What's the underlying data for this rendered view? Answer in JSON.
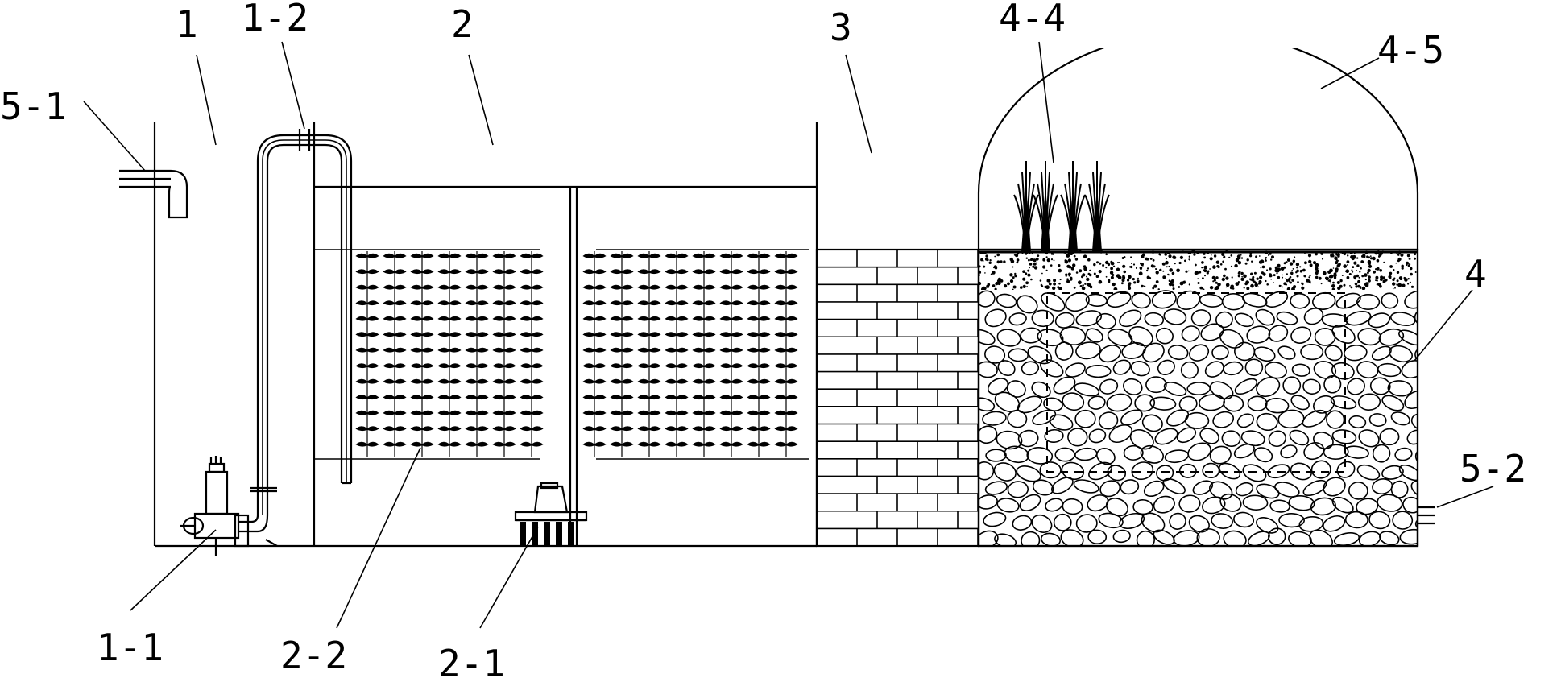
{
  "labels": {
    "tank1": "1",
    "pipe_1_2": "1-2",
    "tank2": "2",
    "tank3": "3",
    "plants_4_4": "4-4",
    "cover_4_5": "4-5",
    "inlet_5_1": "5-1",
    "bed_4": "4",
    "outlet_5_2": "5-2",
    "pump_1_1": "1-1",
    "media_2_2": "2-2",
    "aerator_2_1": "2-1"
  }
}
